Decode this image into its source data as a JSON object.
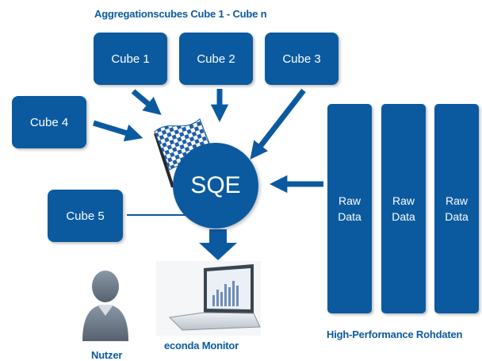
{
  "heading": "Aggregationscubes Cube 1 - Cube n",
  "cubes": {
    "cube1": "Cube 1",
    "cube2": "Cube 2",
    "cube3": "Cube 3",
    "cube4": "Cube 4",
    "cube5": "Cube 5"
  },
  "engine": "SQE",
  "raw_data": [
    {
      "line1": "Raw",
      "line2": "Data"
    },
    {
      "line1": "Raw",
      "line2": "Data"
    },
    {
      "line1": "Raw",
      "line2": "Data"
    }
  ],
  "labels": {
    "user": "Nutzer",
    "monitor": "econda Monitor",
    "raw_caption": "High-Performance Rohdaten"
  },
  "icons": {
    "flag": "checkered-flag-icon",
    "user": "user-silhouette-icon",
    "laptop": "laptop-icon"
  },
  "colors": {
    "brand_blue": "#0b5aa0",
    "flag_blue": "#1f5fa8"
  }
}
